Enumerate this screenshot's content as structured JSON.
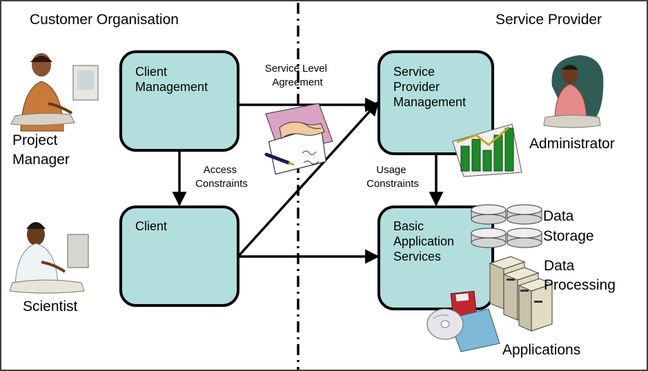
{
  "headers": {
    "left": "Customer Organisation",
    "right": "Service Provider"
  },
  "boxes": {
    "client_management": [
      "Client",
      "Management"
    ],
    "client": [
      "Client"
    ],
    "service_provider_management": [
      "Service",
      "Provider",
      "Management"
    ],
    "basic_application_services": [
      "Basic",
      "Application",
      "Services"
    ]
  },
  "edge_labels": {
    "service_level_agreement": [
      "Service Level",
      "Agreement"
    ],
    "access_constraints": [
      "Access",
      "Constraints"
    ],
    "usage_constraints": [
      "Usage",
      "Constraints"
    ]
  },
  "roles": {
    "project_manager": [
      "Project",
      "Manager"
    ],
    "scientist": [
      "Scientist"
    ],
    "administrator": [
      "Administrator"
    ]
  },
  "resources": {
    "data_storage": [
      "Data",
      "Storage"
    ],
    "data_processing": [
      "Data",
      "Processing"
    ],
    "applications": [
      "Applications"
    ]
  },
  "colors": {
    "box_fill": "#b3dede",
    "box_stroke": "#000000",
    "divider": "#000000"
  }
}
